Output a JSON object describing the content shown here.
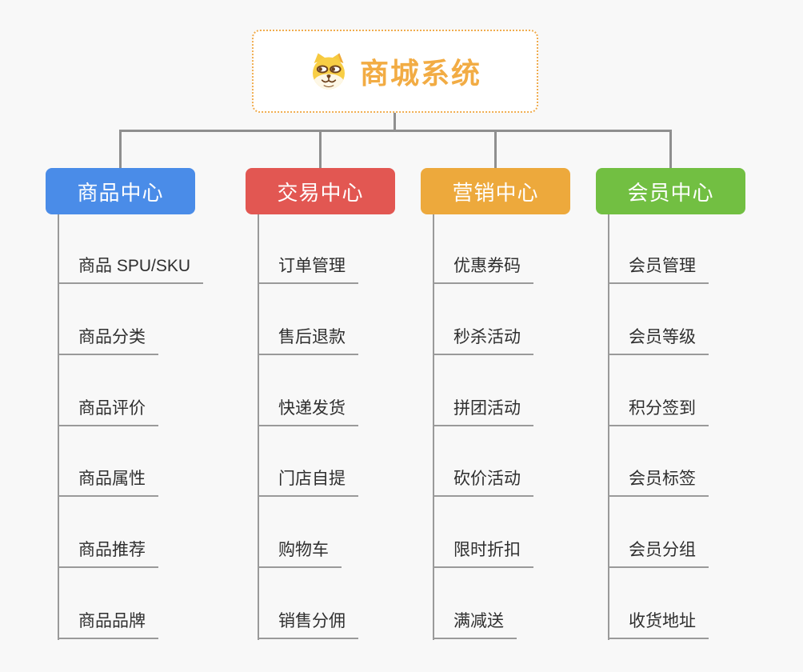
{
  "root": {
    "label": "商城系统",
    "icon": "doge-icon",
    "text_color": "#F2AC44",
    "border_color": "#F0AC4E"
  },
  "branches": [
    {
      "label": "商品中心",
      "color": "#4A8CE8",
      "children": [
        "商品 SPU/SKU",
        "商品分类",
        "商品评价",
        "商品属性",
        "商品推荐",
        "商品品牌"
      ]
    },
    {
      "label": "交易中心",
      "color": "#E25752",
      "children": [
        "订单管理",
        "售后退款",
        "快递发货",
        "门店自提",
        "购物车",
        "销售分佣"
      ]
    },
    {
      "label": "营销中心",
      "color": "#EDA93C",
      "children": [
        "优惠券码",
        "秒杀活动",
        "拼团活动",
        "砍价活动",
        "限时折扣",
        "满减送"
      ]
    },
    {
      "label": "会员中心",
      "color": "#72BF42",
      "children": [
        "会员管理",
        "会员等级",
        "积分签到",
        "会员标签",
        "会员分组",
        "收货地址"
      ]
    }
  ],
  "colors": {
    "background": "#F8F8F8",
    "connector_line": "#8F8F8F",
    "leaf_line": "#9A9A9A",
    "leaf_text": "#2F2F2F"
  }
}
